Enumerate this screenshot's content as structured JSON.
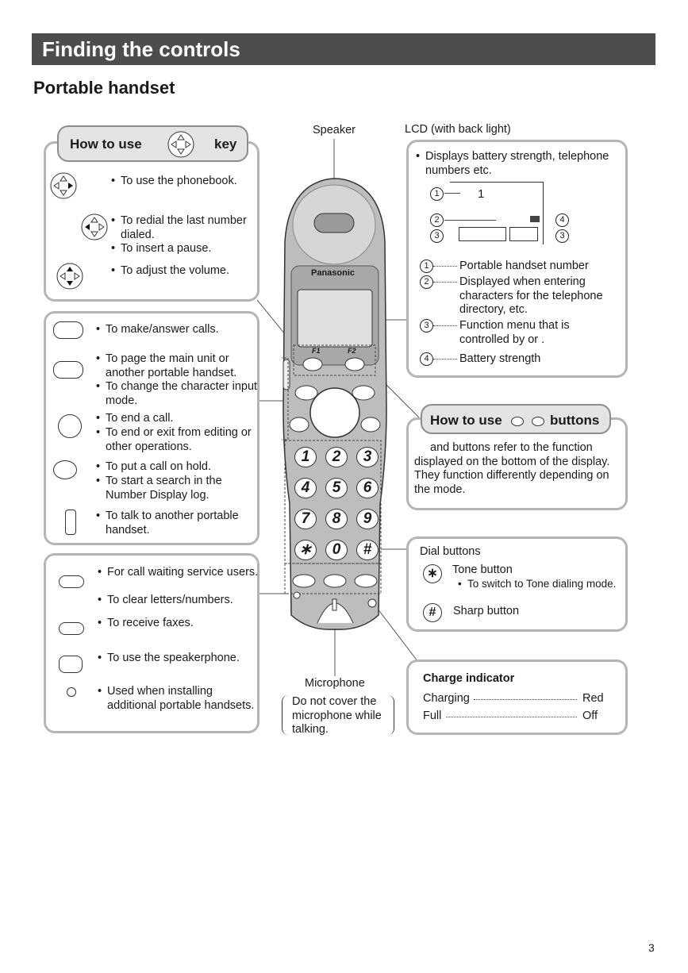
{
  "header": {
    "title": "Finding the controls"
  },
  "subtitle": "Portable handset",
  "labels": {
    "speaker": "Speaker",
    "lcd": "LCD (with back light)",
    "microphone": "Microphone",
    "mic_note": "Do not cover the microphone while talking.",
    "brand": "Panasonic",
    "f1": "F1",
    "f2": "F2"
  },
  "nav_key": {
    "pill_pre": "How to use",
    "pill_post": "key",
    "items": [
      {
        "lines": [
          "To use the phonebook."
        ]
      },
      {
        "lines": [
          "To redial the last number dialed.",
          "To insert a pause."
        ]
      },
      {
        "lines": [
          "To adjust the volume."
        ]
      }
    ]
  },
  "buttons_box": {
    "items": [
      {
        "lines": [
          "To make/answer calls."
        ]
      },
      {
        "lines": [
          "To page the main unit or another portable handset.",
          "To change the character input mode."
        ]
      },
      {
        "lines": [
          "To end a call.",
          "To end or exit from editing or other operations."
        ]
      },
      {
        "lines": [
          "To put a call on hold.",
          "To start a search in the Number Display log."
        ]
      },
      {
        "lines": [
          "To talk to another portable handset."
        ]
      }
    ]
  },
  "bottom_box": {
    "items": [
      {
        "lines": [
          "For call waiting service users.",
          "To clear letters/numbers."
        ]
      },
      {
        "lines": [
          "To receive faxes."
        ]
      },
      {
        "lines": [
          "To use the speakerphone."
        ]
      },
      {
        "lines": [
          "Used when installing additional portable handsets."
        ]
      }
    ]
  },
  "lcd_box": {
    "intro": "Displays battery strength, telephone numbers etc.",
    "screen_text": "1",
    "legend": [
      {
        "n": "1",
        "text": "Portable handset number"
      },
      {
        "n": "2",
        "text": "Displayed when entering characters for the telephone directory, etc."
      },
      {
        "n": "3",
        "text": "Function menu that is controlled by  or ."
      },
      {
        "n": "4",
        "text": "Battery strength"
      }
    ]
  },
  "f_buttons": {
    "pill_pre": "How to use",
    "pill_post": "buttons",
    "desc": "and  buttons refer to the function displayed on the bottom of the display. They function differently depending on the mode."
  },
  "dial_box": {
    "title": "Dial buttons",
    "tone": "Tone button",
    "tone_bullet": "To switch to Tone dialing mode.",
    "sharp": "Sharp button"
  },
  "charge_box": {
    "title": "Charge indicator",
    "rows": [
      {
        "label": "Charging",
        "value": "Red"
      },
      {
        "label": "Full",
        "value": "Off"
      }
    ]
  },
  "handset_keys": [
    "1",
    "2",
    "3",
    "4",
    "5",
    "6",
    "7",
    "8",
    "9",
    "0"
  ],
  "page_number": "3"
}
